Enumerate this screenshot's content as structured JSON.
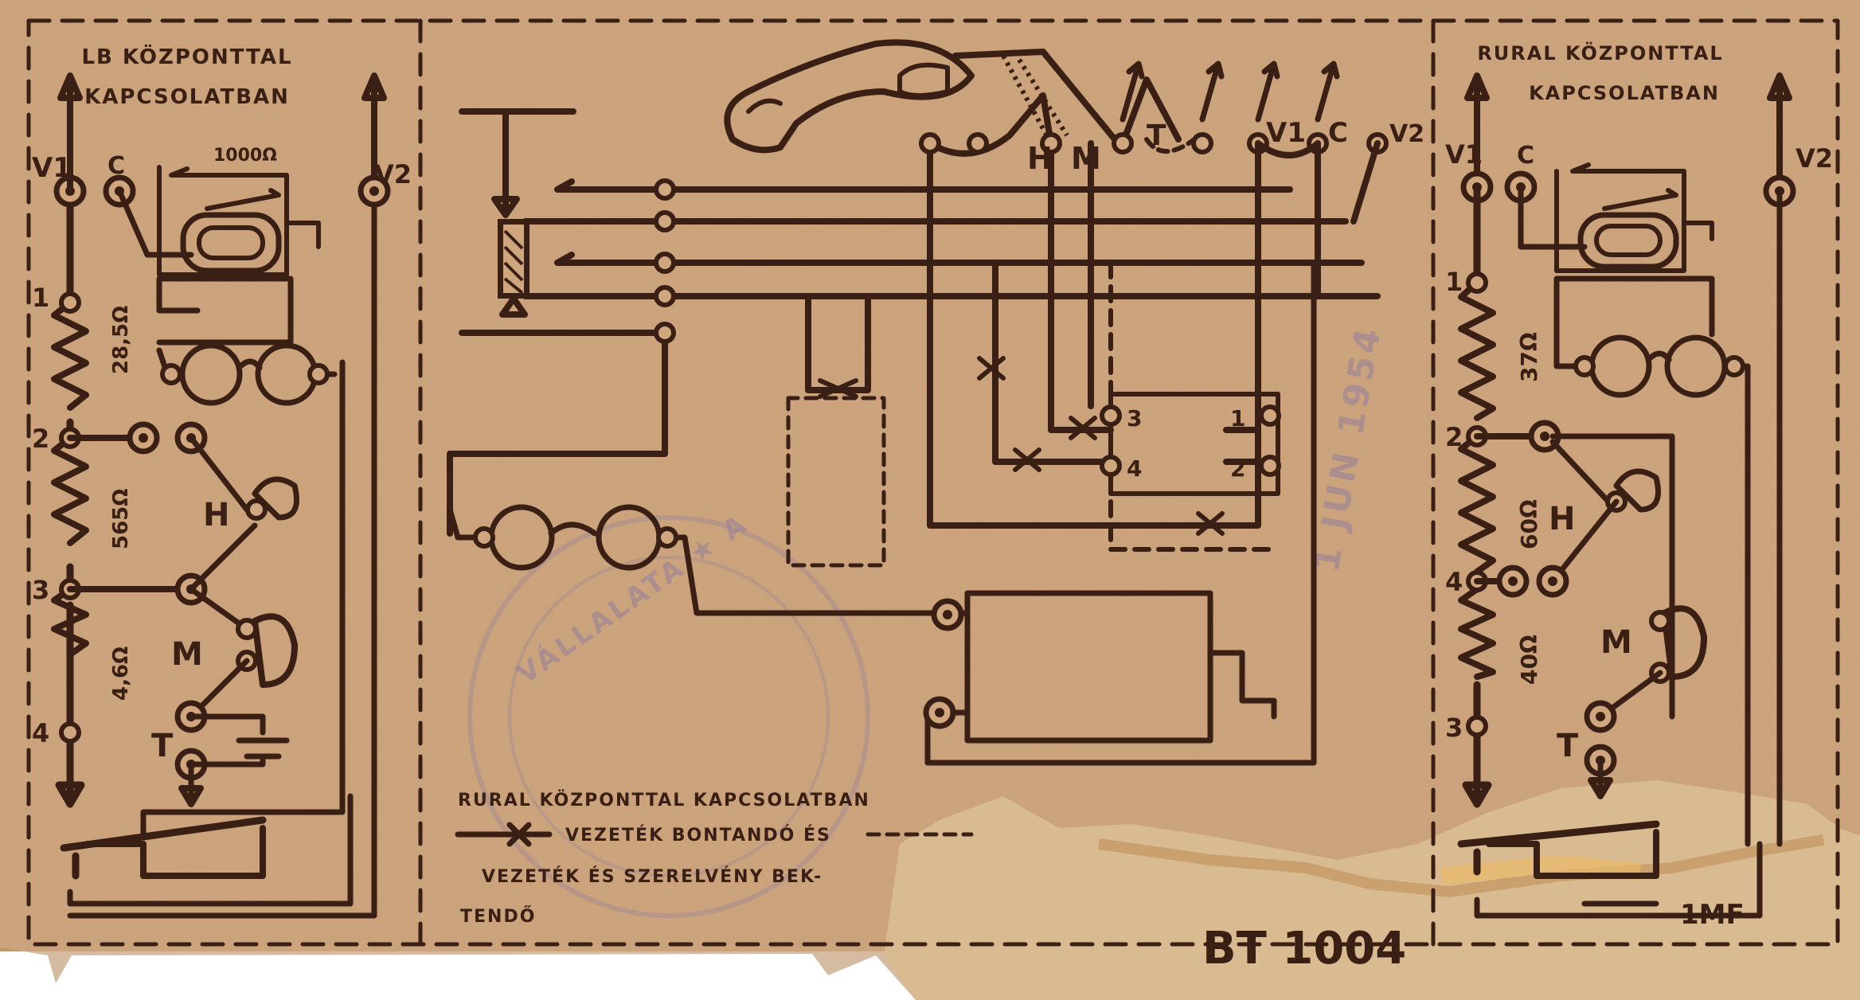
{
  "colors": {
    "paper": "#cfa67e",
    "paper_dark": "#b88d63",
    "ink": "#3a1f14",
    "stamp": "#8a7aa0",
    "tear": "#d9bb92"
  },
  "left_panel": {
    "title_line1": "LB KÖZPONTTAL",
    "title_line2": "KAPCSOLATBAN",
    "v1": "V1",
    "c": "C",
    "v2": "V2",
    "r_gen": "1000Ω",
    "t1": "1",
    "t2": "2",
    "t3": "3",
    "t4": "4",
    "r12": "28,5Ω",
    "r23": "565Ω",
    "r34": "4,6Ω",
    "h": "H",
    "m": "M",
    "t": "T"
  },
  "center_panel": {
    "h": "H",
    "m": "M",
    "t": "T",
    "v1": "V1",
    "c": "C",
    "v2": "V2",
    "n3": "3",
    "n1": "1",
    "n4": "4",
    "n2": "2",
    "legend_title": "RURAL KÖZPONTTAL KAPCSOLATBAN",
    "legend_line1": "VEZETÉK BONTANDÓ ÉS",
    "legend_line2": "VEZETÉK ÉS  SZERELVÉNY  BEK-",
    "legend_line3": "TENDŐ"
  },
  "right_panel": {
    "title_line1": "RURAL KÖZPONTTAL",
    "title_line2": "KAPCSOLATBAN",
    "v1": "V1",
    "c": "C",
    "v2": "V2",
    "t1": "1",
    "t2": "2",
    "t4": "4",
    "t3": "3",
    "r12": "37Ω",
    "r24": "60Ω",
    "r43": "40Ω",
    "h": "H",
    "m": "M",
    "t": "T",
    "cap": "1MF"
  },
  "model_code": "BT 1004",
  "icons": [
    "handset-icon",
    "headphones-icon",
    "magneto-icon",
    "bell-icon",
    "key-switch-icon",
    "terminal-icon"
  ]
}
